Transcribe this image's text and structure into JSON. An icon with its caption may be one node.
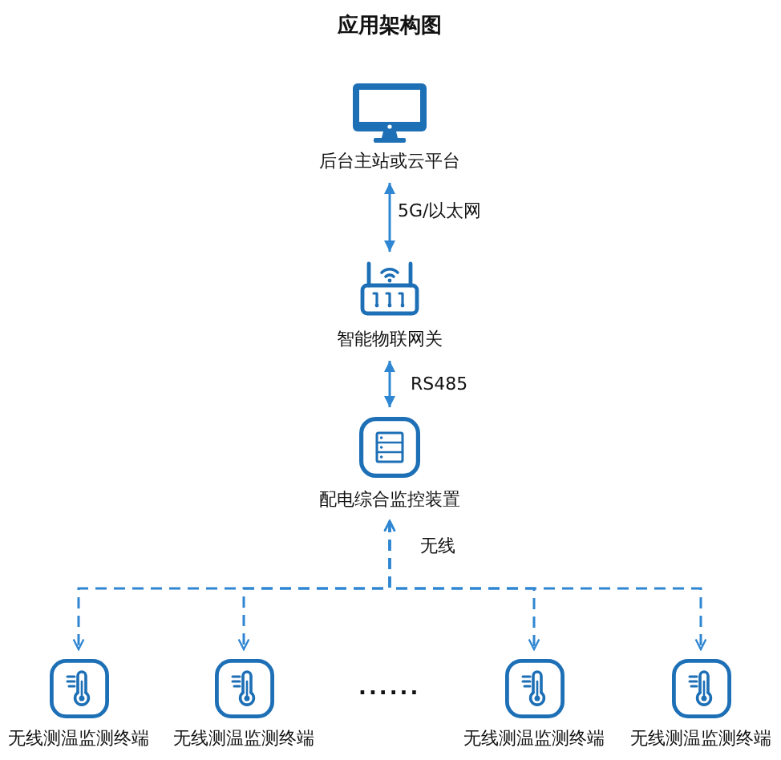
{
  "diagram": {
    "title": "应用架构图",
    "nodes": [
      {
        "text": [
          "后台主站或云平台"
        ]
      },
      {
        "text": [
          "智能物联网关"
        ]
      },
      {
        "text": [
          "配电综合监控装置"
        ]
      },
      {
        "text": [
          "无线测温监测终端"
        ]
      },
      {
        "text": [
          "无线测温监测终端"
        ]
      },
      {
        "text": [
          "无线测温监测终端"
        ]
      },
      {
        "text": [
          "无线测温监测终端"
        ]
      }
    ],
    "edges": [
      {
        "from": 0,
        "to": 1,
        "arrow": "both",
        "label": "5G/以太网"
      },
      {
        "from": 1,
        "to": 2,
        "arrow": "both",
        "label": "RS485"
      },
      {
        "from": 2,
        "to": 3,
        "arrow": "both",
        "style": "dashed",
        "label": "无线"
      },
      {
        "from": 2,
        "to": 4,
        "arrow": "both",
        "style": "dashed"
      },
      {
        "from": 2,
        "to": 5,
        "arrow": "both",
        "style": "dashed"
      },
      {
        "from": 2,
        "to": 6,
        "arrow": "both",
        "style": "dashed"
      }
    ],
    "labels": [
      "......"
    ]
  }
}
